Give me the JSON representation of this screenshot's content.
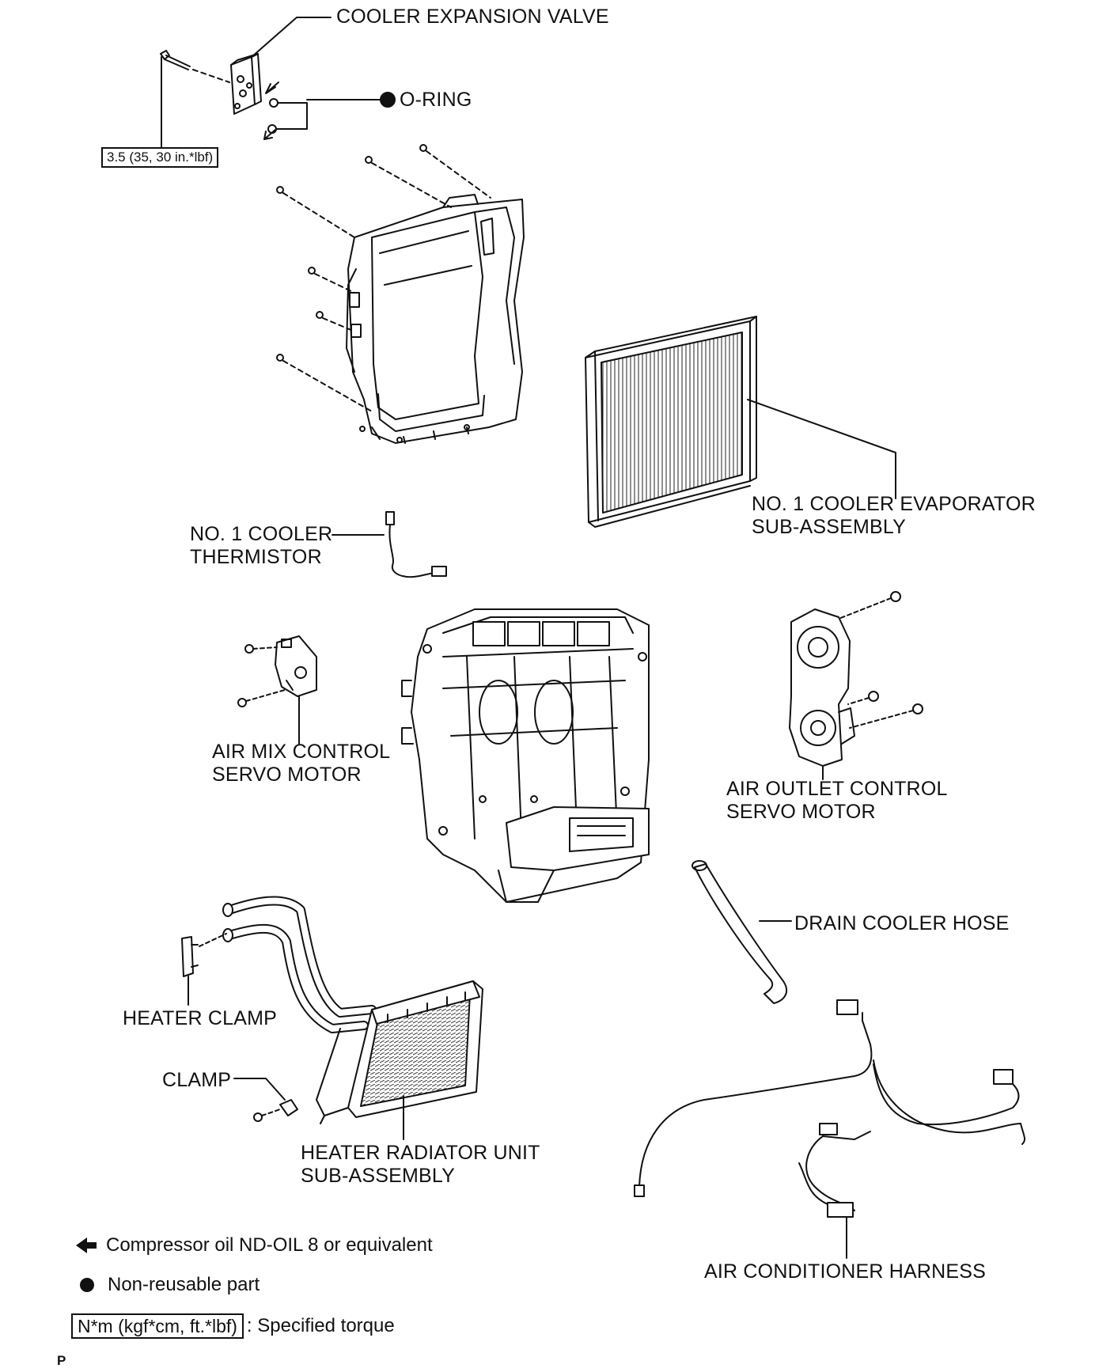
{
  "parts": {
    "cooler_expansion_valve": "COOLER EXPANSION VALVE",
    "o_ring": "O-RING",
    "torque_value": "3.5 (35, 30 in.*lbf)",
    "evaporator": [
      "NO. 1 COOLER EVAPORATOR",
      "SUB-ASSEMBLY"
    ],
    "thermistor": [
      "NO. 1 COOLER",
      "THERMISTOR"
    ],
    "air_mix_servo": [
      "AIR MIX CONTROL",
      "SERVO MOTOR"
    ],
    "air_outlet_servo": [
      "AIR OUTLET CONTROL",
      "SERVO MOTOR"
    ],
    "drain_hose": "DRAIN COOLER HOSE",
    "heater_clamp": "HEATER CLAMP",
    "clamp": "CLAMP",
    "heater_radiator": [
      "HEATER RADIATOR UNIT",
      "SUB-ASSEMBLY"
    ],
    "harness": "AIR CONDITIONER HARNESS"
  },
  "legend": {
    "oil": "Compressor oil ND-OIL 8 or equivalent",
    "non_reusable": "Non-reusable part",
    "torque_unit": "N*m (kgf*cm, ft.*lbf)",
    "torque_desc": ": Specified torque"
  },
  "page_mark": "P",
  "icons": {
    "arrow": "arrow-left-icon",
    "dot": "filled-dot-icon"
  }
}
